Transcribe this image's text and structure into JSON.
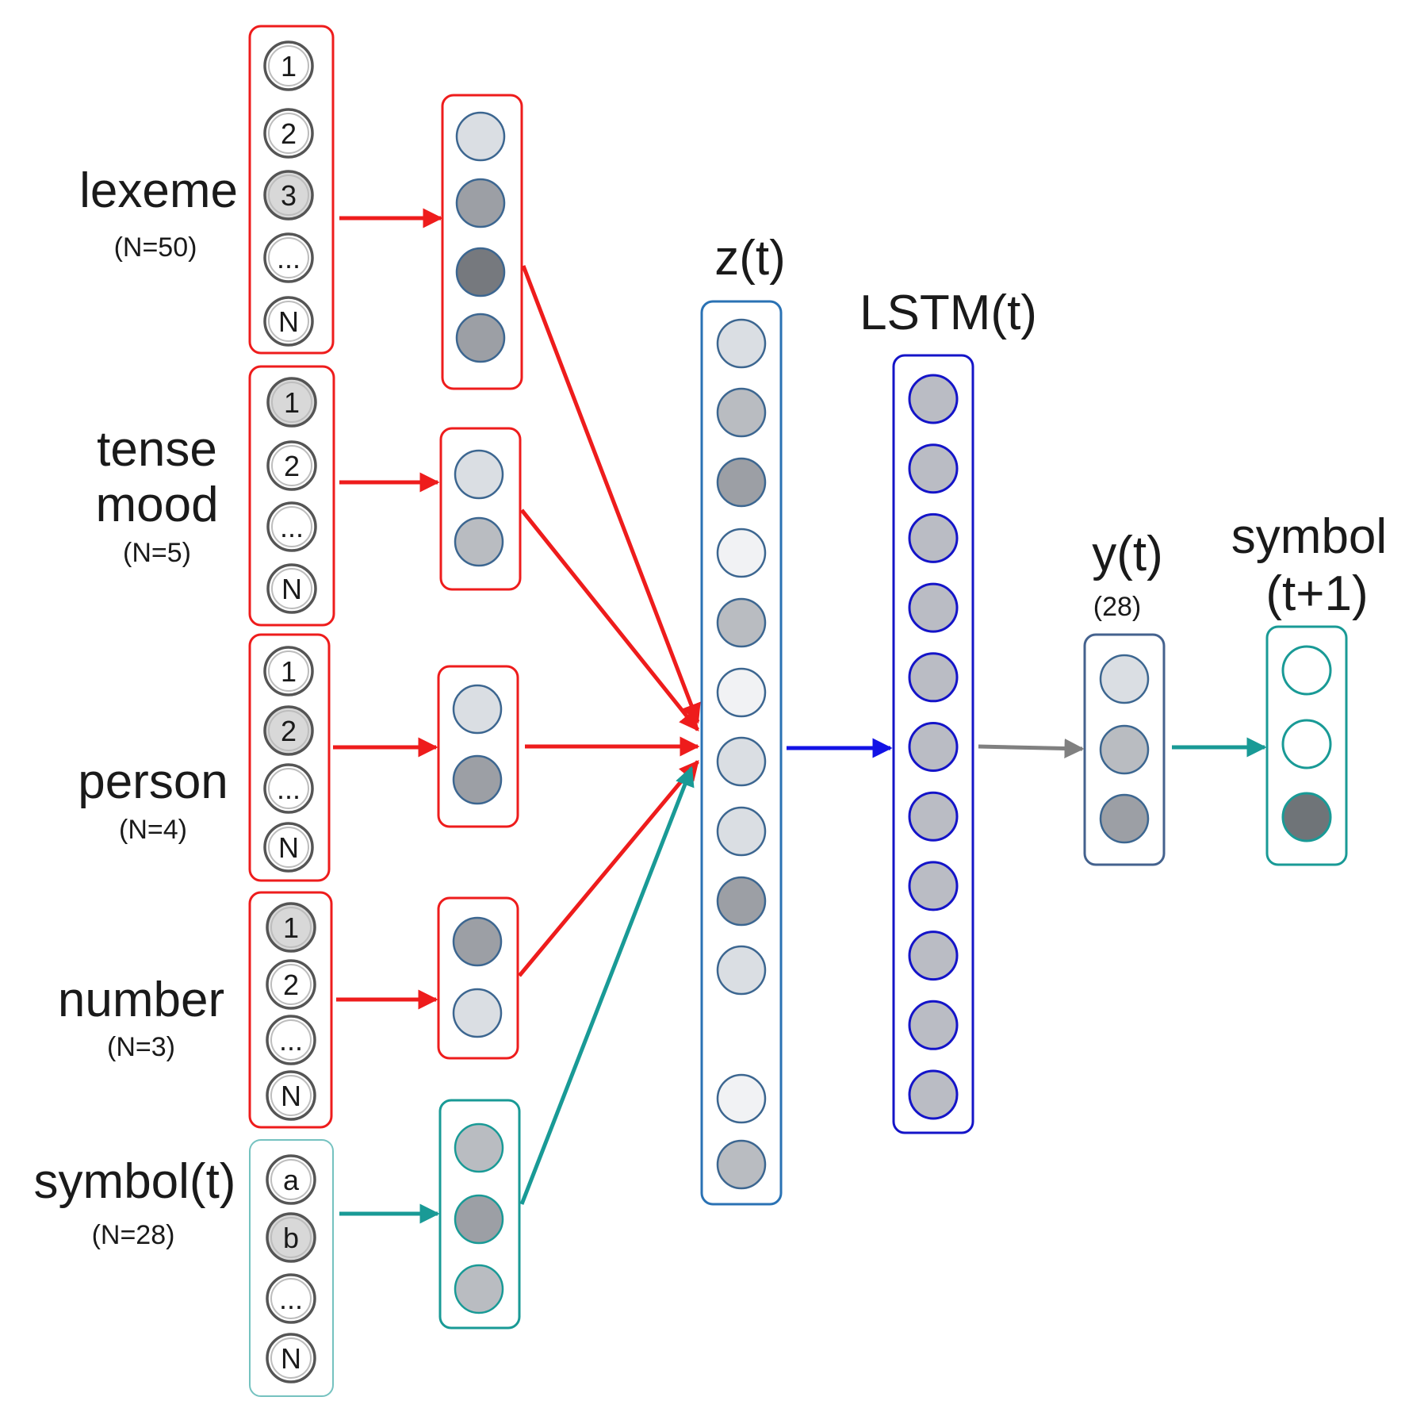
{
  "colors": {
    "red": "#ee1c1c",
    "teal": "#199a96",
    "blue": "#1212e6",
    "gray_arrow": "#808080",
    "z_box": "#2a72b4",
    "lstm_box": "#1414c8",
    "y_box": "#44628e",
    "node_outline": "#3c6690",
    "node_light": "#dadee3",
    "node_lighter": "#f1f2f4",
    "node_mid": "#b9bcc1",
    "node_dark": "#9c9fa5",
    "node_darker": "#76797e"
  },
  "labels": {
    "lexeme": "lexeme",
    "lexeme_n": "(N=50)",
    "tense": "tense",
    "mood": "mood",
    "tense_n": "(N=5)",
    "person": "person",
    "person_n": "(N=4)",
    "number": "number",
    "number_n": "(N=3)",
    "symbol_t": "symbol(t)",
    "symbol_t_n": "(N=28)",
    "z": "z(t)",
    "lstm": "LSTM(t)",
    "y": "y(t)",
    "y_n": "(28)",
    "symbol_next_1": "symbol",
    "symbol_next_2": "(t+1)"
  },
  "input_groups": [
    {
      "name": "lexeme",
      "theme": "red",
      "nodes": [
        {
          "label": "1",
          "active": false
        },
        {
          "label": "2",
          "active": false
        },
        {
          "label": "3",
          "active": true
        },
        {
          "label": "...",
          "active": false
        },
        {
          "label": "N",
          "active": false
        }
      ],
      "embedding": [
        "light",
        "dark",
        "darker",
        "dark"
      ]
    },
    {
      "name": "tense-mood",
      "theme": "red",
      "nodes": [
        {
          "label": "1",
          "active": true
        },
        {
          "label": "2",
          "active": false
        },
        {
          "label": "...",
          "active": false
        },
        {
          "label": "N",
          "active": false
        }
      ],
      "embedding": [
        "light",
        "mid"
      ]
    },
    {
      "name": "person",
      "theme": "red",
      "nodes": [
        {
          "label": "1",
          "active": false
        },
        {
          "label": "2",
          "active": true
        },
        {
          "label": "...",
          "active": false
        },
        {
          "label": "N",
          "active": false
        }
      ],
      "embedding": [
        "light",
        "dark"
      ]
    },
    {
      "name": "number",
      "theme": "red",
      "nodes": [
        {
          "label": "1",
          "active": true
        },
        {
          "label": "2",
          "active": false
        },
        {
          "label": "...",
          "active": false
        },
        {
          "label": "N",
          "active": false
        }
      ],
      "embedding": [
        "dark",
        "light"
      ]
    },
    {
      "name": "symbol-t",
      "theme": "teal",
      "nodes": [
        {
          "label": "a",
          "active": false
        },
        {
          "label": "b",
          "active": true
        },
        {
          "label": "...",
          "active": false
        },
        {
          "label": "N",
          "active": false
        }
      ],
      "embedding": [
        "mid",
        "dark",
        "mid"
      ]
    }
  ],
  "z_nodes": [
    "light",
    "mid",
    "dark",
    "lighter",
    "mid",
    "lighter",
    "light",
    "light",
    "dark",
    "light",
    "lighter",
    "mid"
  ],
  "lstm_nodes": 11,
  "y_nodes": [
    "light",
    "mid",
    "dark"
  ],
  "output_nodes": [
    "empty",
    "empty",
    "filled"
  ]
}
